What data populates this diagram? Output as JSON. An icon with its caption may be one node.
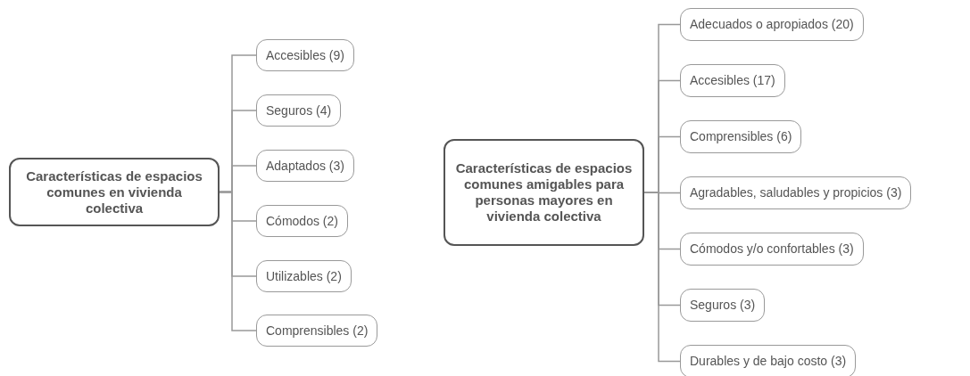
{
  "diagram": {
    "nodes": [
      {
        "text": [
          "Características de espacios comunes en vivienda colectiva"
        ]
      },
      {
        "text": [
          "Accesibles (9)"
        ]
      },
      {
        "text": [
          "Seguros (4)"
        ]
      },
      {
        "text": [
          "Adaptados (3)"
        ]
      },
      {
        "text": [
          "Cómodos (2)"
        ]
      },
      {
        "text": [
          "Utilizables (2)"
        ]
      },
      {
        "text": [
          "Comprensibles (2)"
        ]
      },
      {
        "text": [
          "Características de espacios comunes amigables para personas mayores en vivienda colectiva"
        ]
      },
      {
        "text": [
          "Adecuados o apropiados (20)"
        ]
      },
      {
        "text": [
          "Accesibles (17)"
        ]
      },
      {
        "text": [
          "Comprensibles (6)"
        ]
      },
      {
        "text": [
          "Agradables, saludables y propicios (3)"
        ]
      },
      {
        "text": [
          "Cómodos y/o confortables (3)"
        ]
      },
      {
        "text": [
          "Seguros (3)"
        ]
      },
      {
        "text": [
          "Durables y de bajo costo (3)"
        ]
      }
    ],
    "edges": [
      {
        "from": 0,
        "to": 1,
        "arrow": "none"
      },
      {
        "from": 0,
        "to": 2,
        "arrow": "none"
      },
      {
        "from": 0,
        "to": 3,
        "arrow": "none"
      },
      {
        "from": 0,
        "to": 4,
        "arrow": "none"
      },
      {
        "from": 0,
        "to": 5,
        "arrow": "none"
      },
      {
        "from": 0,
        "to": 6,
        "arrow": "none"
      },
      {
        "from": 7,
        "to": 8,
        "arrow": "none"
      },
      {
        "from": 7,
        "to": 9,
        "arrow": "none"
      },
      {
        "from": 7,
        "to": 10,
        "arrow": "none"
      },
      {
        "from": 7,
        "to": 11,
        "arrow": "none"
      },
      {
        "from": 7,
        "to": 12,
        "arrow": "none"
      },
      {
        "from": 7,
        "to": 13,
        "arrow": "none"
      },
      {
        "from": 7,
        "to": 14,
        "arrow": "none"
      }
    ]
  }
}
